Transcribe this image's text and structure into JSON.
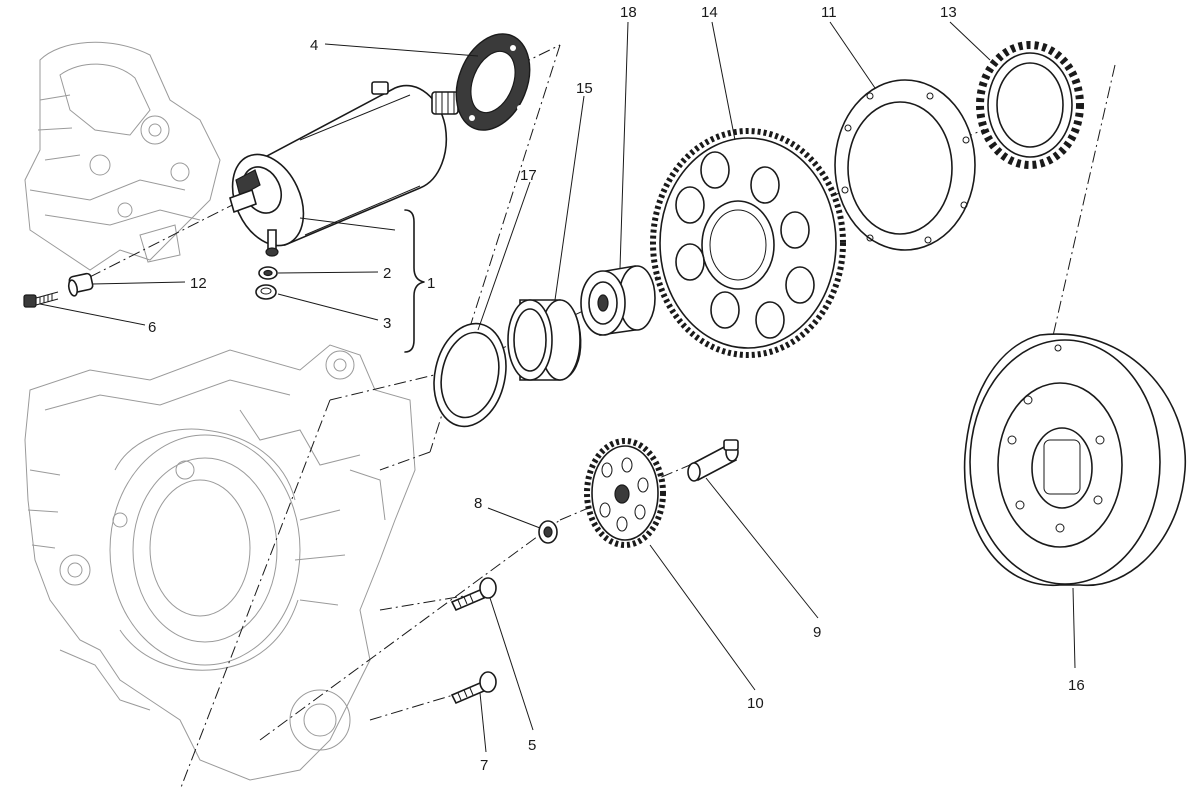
{
  "diagram": {
    "callouts": [
      "4",
      "18",
      "14",
      "11",
      "13",
      "15",
      "17",
      "12",
      "2",
      "1",
      "3",
      "6",
      "8",
      "9",
      "10",
      "16",
      "5",
      "7"
    ]
  }
}
